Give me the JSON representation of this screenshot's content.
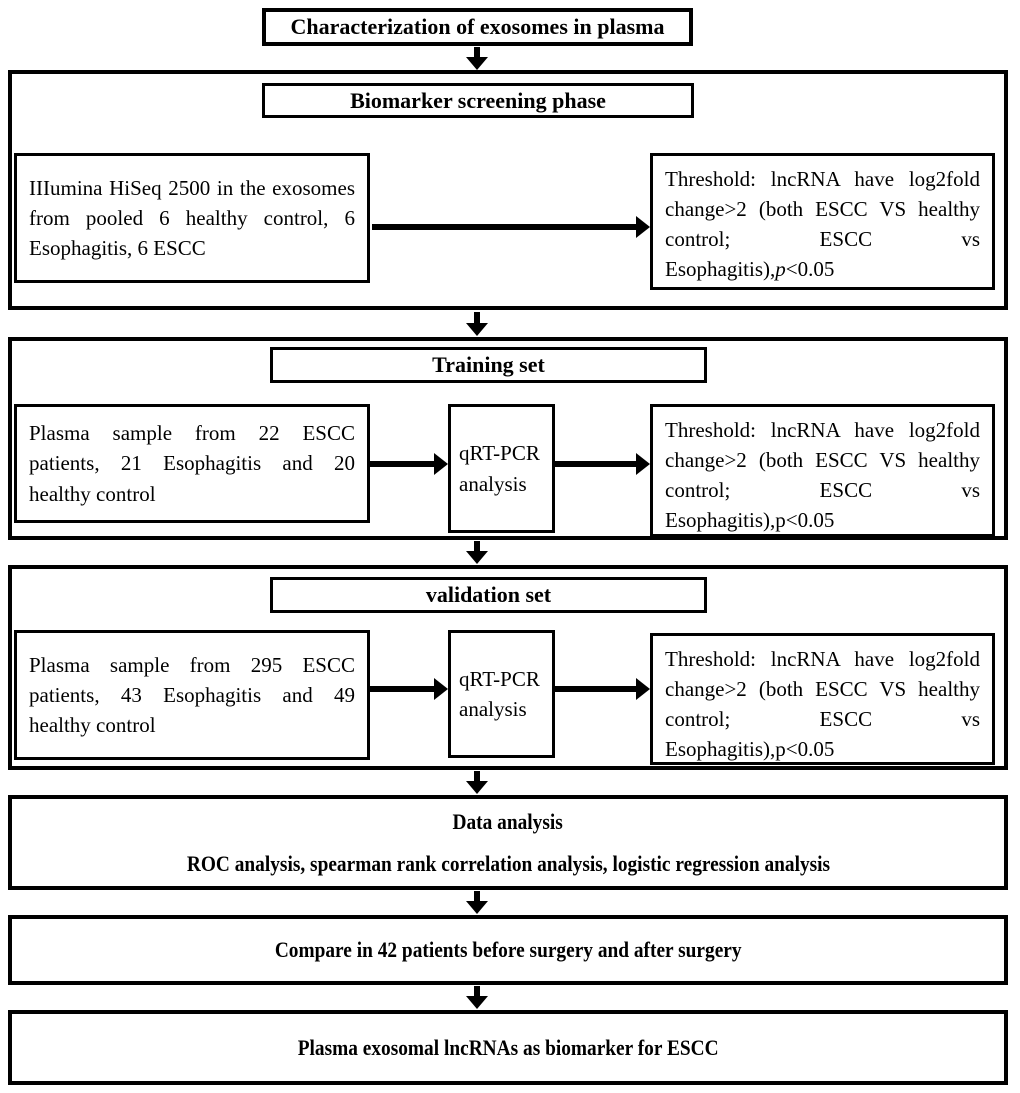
{
  "page": {
    "background_color": "#ffffff",
    "line_color": "#000000"
  },
  "top_box": {
    "label": "Characterization of exosomes in plasma"
  },
  "sections": [
    {
      "title": "Biomarker screening phase",
      "left_text": "IIIumina HiSeq 2500 in the exosomes from pooled 6 healthy control, 6 Esophagitis, 6 ESCC",
      "threshold_before": "Threshold: lncRNA have log2fold change>2 (both ESCC VS healthy control; ESCC vs Esophagitis),",
      "threshold_p": "p",
      "threshold_after": "<0.05"
    },
    {
      "title": "Training set",
      "left_text": "Plasma sample from 22 ESCC patients, 21 Esophagitis and 20 healthy control",
      "middle_text": "qRT-PCR analysis",
      "threshold_before": "Threshold: lncRNA have log2fold change>2 (both ESCC VS healthy control; ESCC vs Esophagitis),",
      "threshold_p": "p",
      "threshold_after": "<0.05"
    },
    {
      "title": "validation set",
      "left_text": "Plasma sample from 295 ESCC patients, 43 Esophagitis and 49 healthy control",
      "middle_text": "qRT-PCR analysis",
      "threshold_before": "Threshold: lncRNA have log2fold change>2 (both ESCC VS healthy control; ESCC vs Esophagitis),",
      "threshold_p": "p",
      "threshold_after": "<0.05"
    }
  ],
  "data_analysis_box": {
    "title": "Data analysis",
    "subtitle": "ROC analysis, spearman rank correlation analysis, logistic regression analysis"
  },
  "compare_box": {
    "label": "Compare in 42 patients before surgery and after surgery"
  },
  "final_box": {
    "label": "Plasma exosomal lncRNAs as biomarker for ESCC"
  }
}
